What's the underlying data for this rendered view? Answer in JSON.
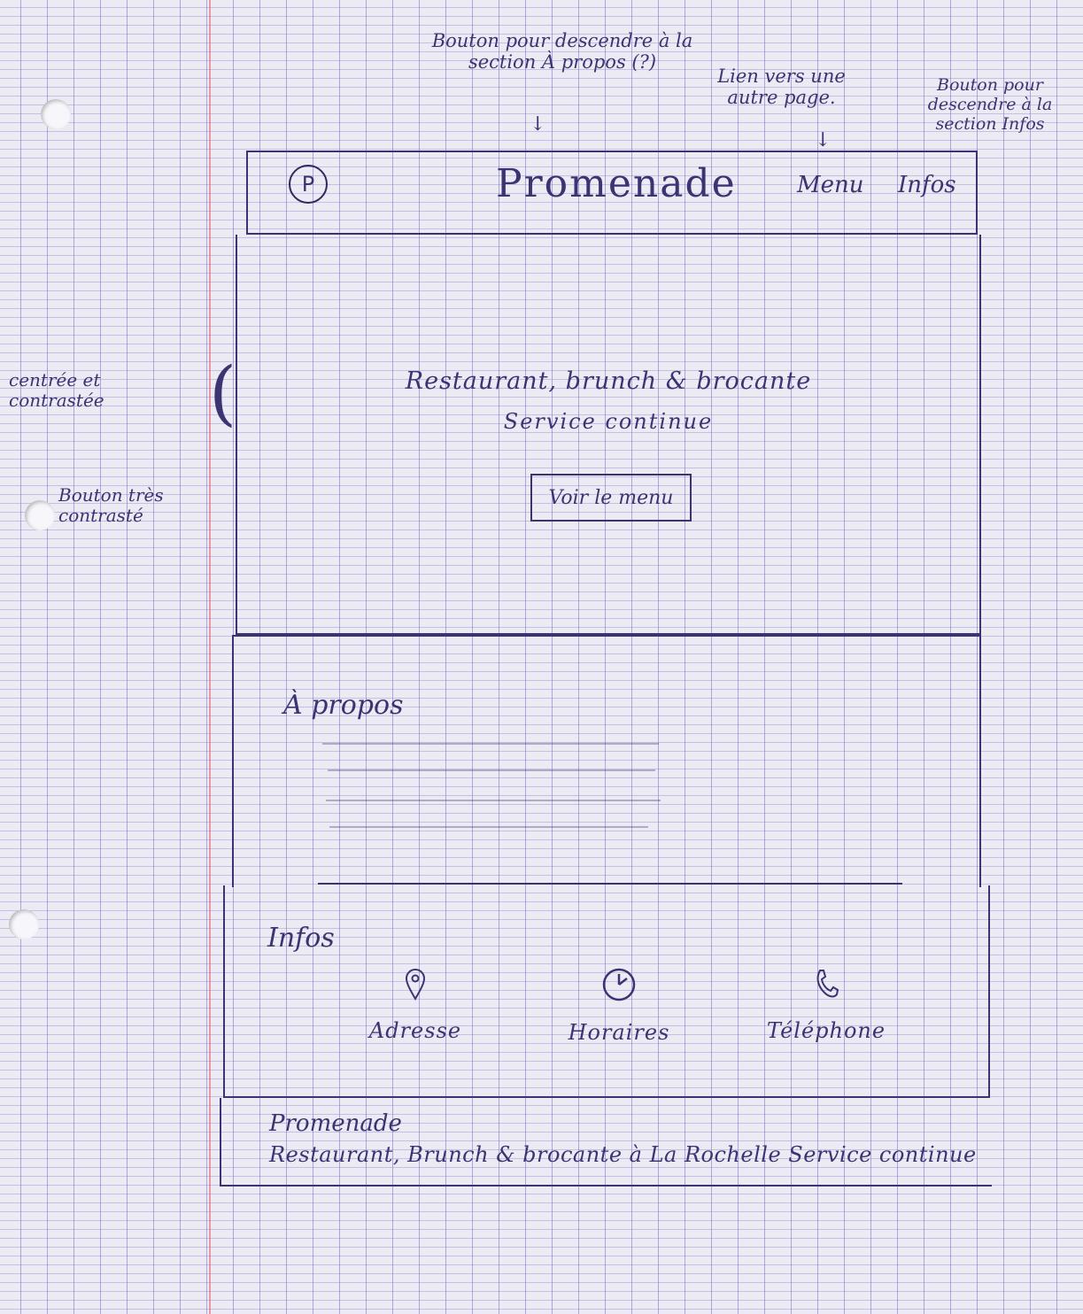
{
  "annotations": {
    "about_button_note": "Bouton pour descendre à la section À propos (?)",
    "link_note": "Lien vers une autre page.",
    "infos_button_note": "Bouton pour descendre à la section Infos",
    "centered_note": "centrée et contrastée",
    "button_note": "Bouton très contrasté"
  },
  "header": {
    "logo": "P",
    "brand": "Promenade",
    "nav": {
      "menu": "Menu",
      "infos": "Infos"
    }
  },
  "hero": {
    "title": "Restaurant, brunch & brocante",
    "subtitle": "Service continue",
    "cta": "Voir le menu"
  },
  "about": {
    "title": "À propos"
  },
  "infos": {
    "title": "Infos",
    "items": [
      {
        "label": "Adresse",
        "icon": "map-pin-icon"
      },
      {
        "label": "Horaires",
        "icon": "clock-icon"
      },
      {
        "label": "Téléphone",
        "icon": "phone-icon"
      }
    ]
  },
  "footer": {
    "name": "Promenade",
    "description": "Restaurant, Brunch & brocante à La Rochelle Service continue"
  },
  "colors": {
    "ink": "#3b3472",
    "paper": "#ecebf4",
    "margin": "#dc5a6e"
  }
}
